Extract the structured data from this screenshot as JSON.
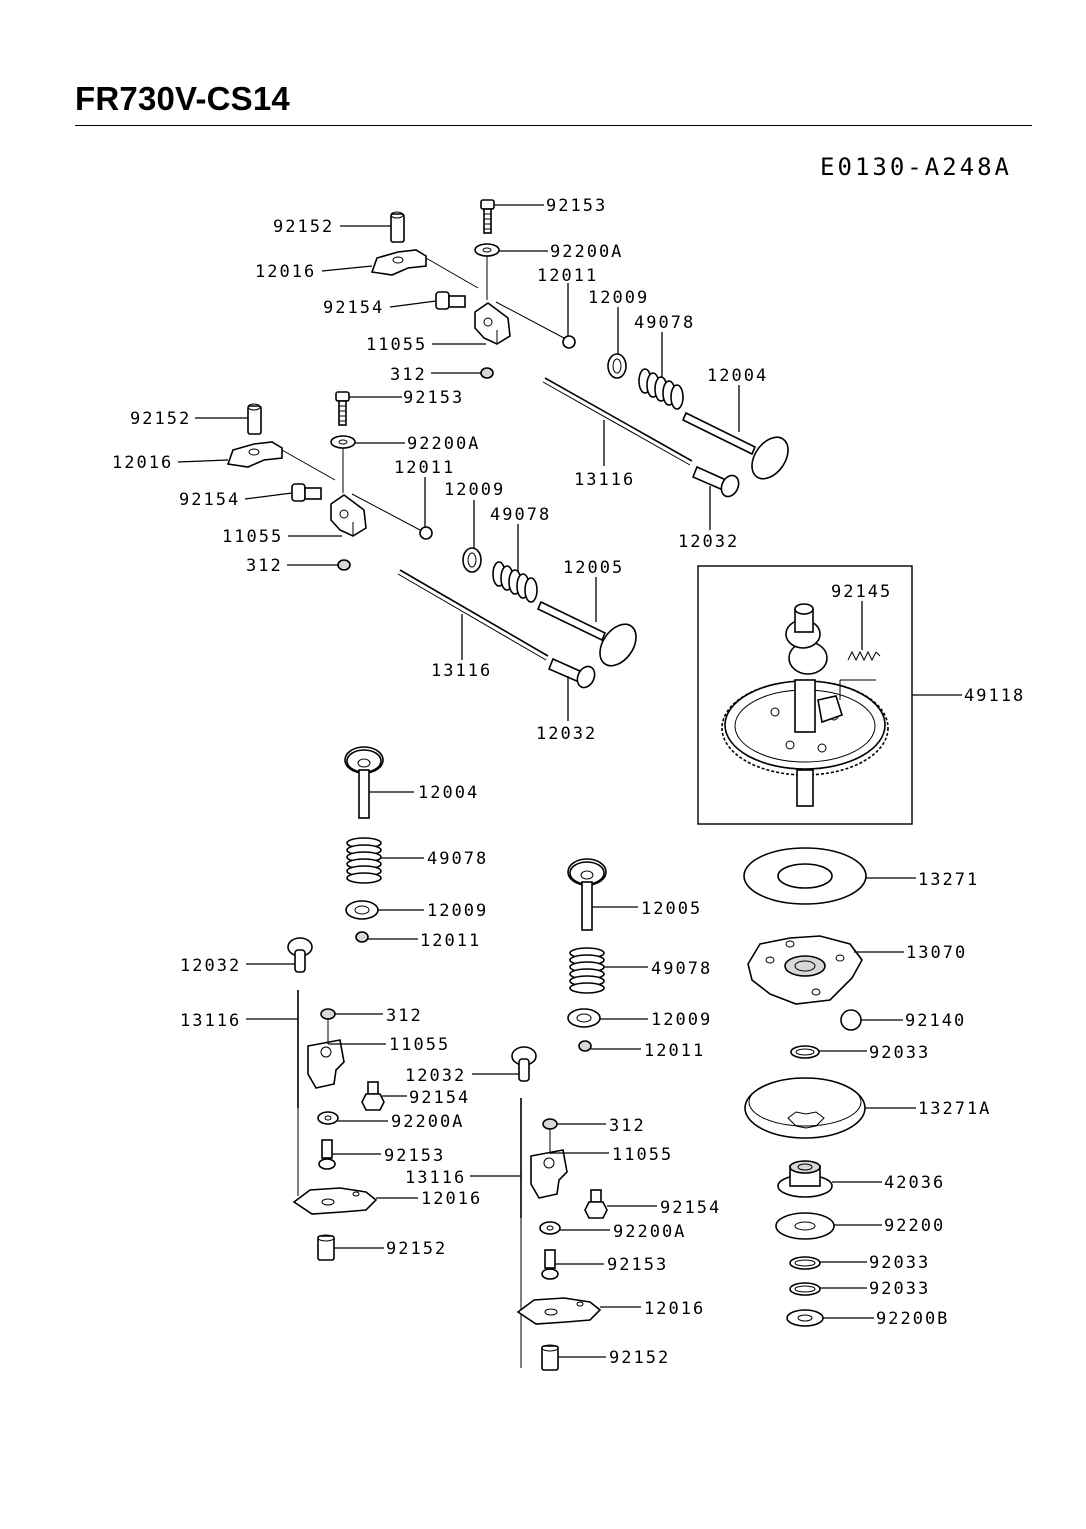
{
  "header": {
    "title": "FR730V-CS14",
    "drawing_code": "E0130-A248A"
  },
  "labels": {
    "a_92153": "92153",
    "a_92200A": "92200A",
    "a_12011": "12011",
    "a_12009": "12009",
    "a_49078": "49078",
    "a_12004": "12004",
    "a_13116": "13116",
    "a_12032": "12032",
    "a_92152": "92152",
    "a_12016": "12016",
    "a_92154": "92154",
    "a_11055": "11055",
    "a_312": "312",
    "b_92153": "92153",
    "b_92200A": "92200A",
    "b_12011": "12011",
    "b_12009": "12009",
    "b_49078": "49078",
    "b_12005": "12005",
    "b_13116": "13116",
    "b_12032": "12032",
    "b_92152": "92152",
    "b_12016": "12016",
    "b_92154": "92154",
    "b_11055": "11055",
    "b_312": "312",
    "cam_92145": "92145",
    "cam_49118": "49118",
    "c_12004": "12004",
    "c_49078": "49078",
    "c_12009": "12009",
    "c_12011": "12011",
    "c_12032": "12032",
    "c_13116": "13116",
    "c_312": "312",
    "c_11055": "11055",
    "c_92154": "92154",
    "c_92200A": "92200A",
    "c_92153": "92153",
    "c_12016": "12016",
    "c_92152": "92152",
    "d_12005": "12005",
    "d_49078": "49078",
    "d_12009": "12009",
    "d_12011": "12011",
    "d_12032": "12032",
    "d_312": "312",
    "d_11055": "11055",
    "d_13116": "13116",
    "d_92154": "92154",
    "d_92200A": "92200A",
    "d_92153": "92153",
    "d_12016": "12016",
    "d_92152": "92152",
    "g_13271": "13271",
    "g_13070": "13070",
    "g_92140": "92140",
    "g_92033": "92033",
    "g_13271A": "13271A",
    "g_42036": "42036",
    "g_92200": "92200",
    "g_92033b": "92033",
    "g_92033c": "92033",
    "g_92200B": "92200B"
  }
}
